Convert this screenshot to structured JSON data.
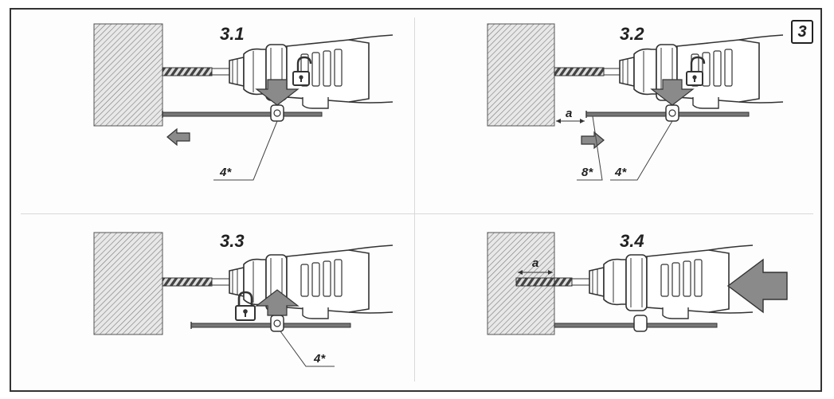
{
  "section": {
    "badge": "3"
  },
  "panels": [
    {
      "id": "3.1",
      "callouts": [
        "4*"
      ]
    },
    {
      "id": "3.2",
      "callouts": [
        "a",
        "8*",
        "4*"
      ]
    },
    {
      "id": "3.3",
      "callouts": [
        "4*"
      ]
    },
    {
      "id": "3.4",
      "callouts": [
        "a"
      ]
    }
  ],
  "icons": {
    "unlock": "unlocked-padlock-icon",
    "lock": "locked-padlock-icon",
    "arrow_down": "press-down-arrow-icon",
    "arrow_up": "push-up-arrow-icon",
    "arrow_left": "left-arrow-icon",
    "arrow_right": "right-arrow-icon",
    "arrow_push": "push-forward-arrow-icon"
  },
  "colors": {
    "line": "#333333",
    "arrow_fill": "#8a8a8a",
    "hatch": "#7a7a7a",
    "rod": "#777777"
  }
}
